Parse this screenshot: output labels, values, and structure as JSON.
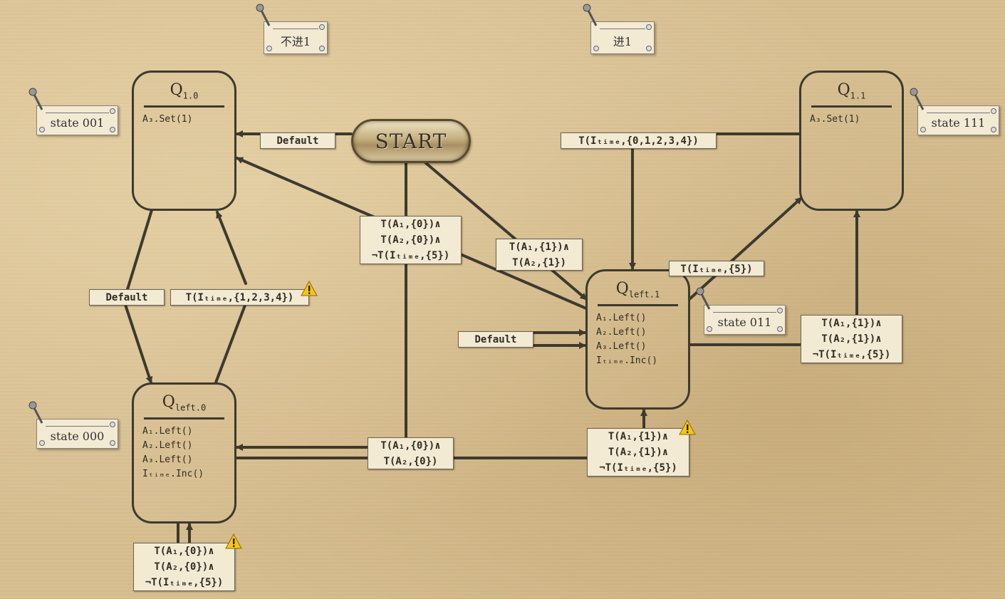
{
  "start": {
    "label": "START"
  },
  "states": {
    "q10": {
      "q": "Q",
      "sub": "1.0",
      "actions": [
        "A₃.Set(1)"
      ]
    },
    "q11": {
      "q": "Q",
      "sub": "1.1",
      "actions": [
        "A₃.Set(1)"
      ]
    },
    "ql0": {
      "q": "Q",
      "sub": "left.0",
      "actions": [
        "A₁.Left()",
        "A₂.Left()",
        "A₃.Left()",
        "Iₜᵢₘₑ.Inc()"
      ]
    },
    "ql1": {
      "q": "Q",
      "sub": "left.1",
      "actions": [
        "A₁.Left()",
        "A₂.Left()",
        "A₃.Left()",
        "Iₜᵢₘₑ.Inc()"
      ]
    }
  },
  "notes": {
    "no_carry": "不进1",
    "carry": "进1",
    "s001": "state 001",
    "s111": "state 111",
    "s011": "state 011",
    "s000": "state 000"
  },
  "labels": {
    "default_start": [
      "Default"
    ],
    "default_left": [
      "Default"
    ],
    "default_ql1": [
      "Default"
    ],
    "itime_1234": [
      "T(Iₜᵢₘₑ,{1,2,3,4})"
    ],
    "itime_01234": [
      "T(Iₜᵢₘₑ,{0,1,2,3,4})"
    ],
    "itime_5": [
      "T(Iₜᵢₘₑ,{5})"
    ],
    "center_a00_not5": [
      "T(A₁,{0})∧",
      "T(A₂,{0})∧",
      "¬T(Iₜᵢₘₑ,{5})"
    ],
    "a11": [
      "T(A₁,{1})∧",
      "T(A₂,{1})"
    ],
    "right_a11_not5": [
      "T(A₁,{1})∧",
      "T(A₂,{1})∧",
      "¬T(Iₜᵢₘₑ,{5})"
    ],
    "a00": [
      "T(A₁,{0})∧",
      "T(A₂,{0})"
    ],
    "bottom_a11_not5": [
      "T(A₁,{1})∧",
      "T(A₂,{1})∧",
      "¬T(Iₜᵢₘₑ,{5})"
    ],
    "self_a00_not5": [
      "T(A₁,{0})∧",
      "T(A₂,{0})∧",
      "¬T(Iₜᵢₘₑ,{5})"
    ]
  },
  "colors": {
    "line": "#3d3a2e",
    "paper": "#d7bf92",
    "label_bg": "#f3ead4",
    "warning": "#f5c518"
  },
  "icons": [
    "pushpin-icon",
    "warning-icon"
  ]
}
